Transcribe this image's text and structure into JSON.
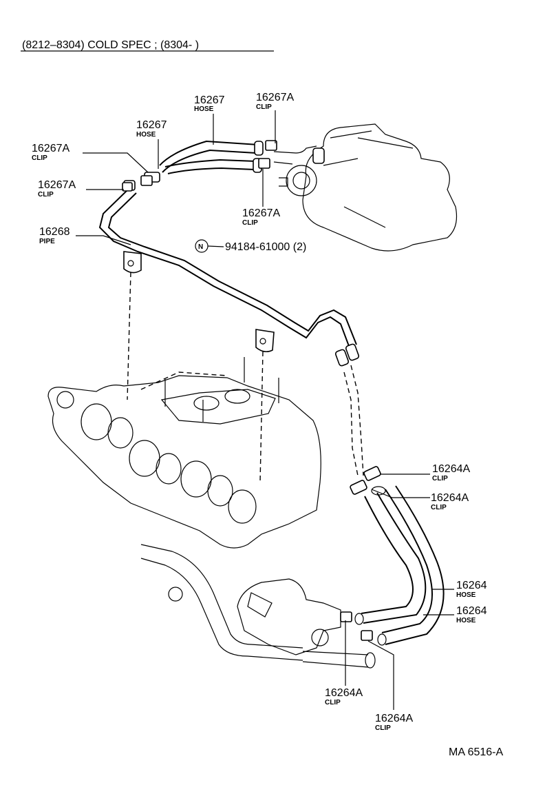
{
  "header": {
    "text": "(8212–8304) COLD SPEC ; (8304-        )"
  },
  "callouts": [
    {
      "id": "hose-top-right",
      "number": "16267",
      "sub": "HOSE"
    },
    {
      "id": "clip-top-right",
      "number": "16267A",
      "sub": "CLIP"
    },
    {
      "id": "hose-top-left",
      "number": "16267",
      "sub": "HOSE"
    },
    {
      "id": "clip-upper-left",
      "number": "16267A",
      "sub": "CLIP"
    },
    {
      "id": "clip-lower-left",
      "number": "16267A",
      "sub": "CLIP"
    },
    {
      "id": "clip-middle",
      "number": "16267A",
      "sub": "CLIP"
    },
    {
      "id": "pipe",
      "number": "16268",
      "sub": "PIPE"
    },
    {
      "id": "clip-right-upper",
      "number": "16264A",
      "sub": "CLIP"
    },
    {
      "id": "clip-right-lower",
      "number": "16264A",
      "sub": "CLIP"
    },
    {
      "id": "hose-right-upper",
      "number": "16264",
      "sub": "HOSE"
    },
    {
      "id": "hose-right-lower",
      "number": "16264",
      "sub": "HOSE"
    },
    {
      "id": "clip-bottom-left",
      "number": "16264A",
      "sub": "CLIP"
    },
    {
      "id": "clip-bottom-right",
      "number": "16264A",
      "sub": "CLIP"
    }
  ],
  "note": {
    "symbol": "N",
    "text": "94184-61000 (2)"
  },
  "footer": {
    "code": "MA 6516-A"
  }
}
